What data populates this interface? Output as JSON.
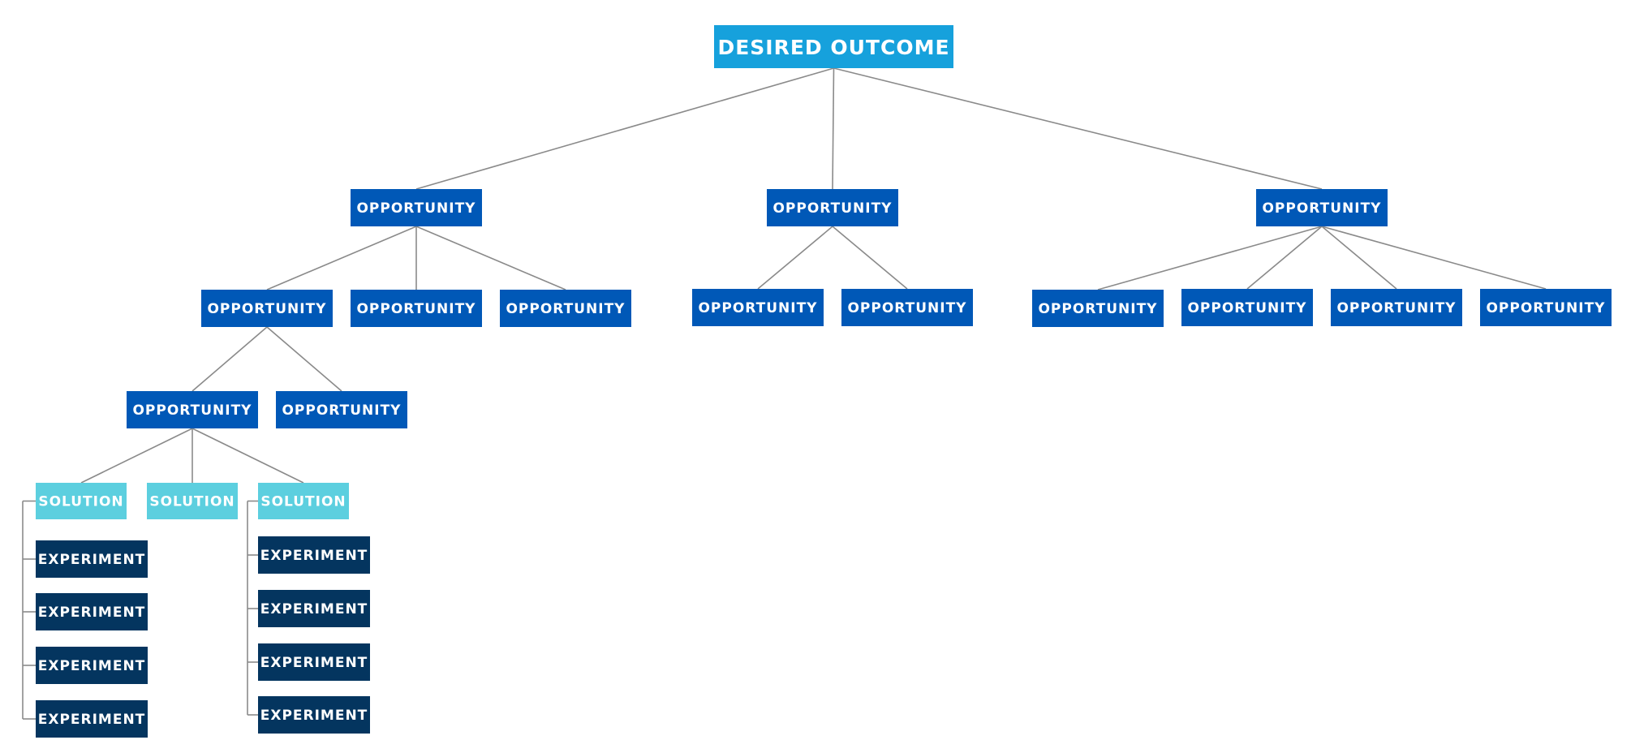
{
  "colors": {
    "outcome": "#16a1dc",
    "opportunity": "#0058b7",
    "solution": "#5ccfdf",
    "experiment": "#04355f",
    "connector": "#8a8a8a",
    "text": "#ffffff"
  },
  "tree": {
    "outcome": {
      "label": "DESIRED OUTCOME",
      "children": [
        {
          "label": "OPPORTUNITY",
          "children": [
            {
              "label": "OPPORTUNITY",
              "children": [
                {
                  "label": "OPPORTUNITY",
                  "solutions": [
                    {
                      "label": "SOLUTION",
                      "experiments": [
                        "EXPERIMENT",
                        "EXPERIMENT",
                        "EXPERIMENT",
                        "EXPERIMENT"
                      ]
                    },
                    {
                      "label": "SOLUTION",
                      "experiments": []
                    },
                    {
                      "label": "SOLUTION",
                      "experiments": [
                        "EXPERIMENT",
                        "EXPERIMENT",
                        "EXPERIMENT",
                        "EXPERIMENT"
                      ]
                    }
                  ]
                },
                {
                  "label": "OPPORTUNITY"
                }
              ]
            },
            {
              "label": "OPPORTUNITY"
            },
            {
              "label": "OPPORTUNITY"
            }
          ]
        },
        {
          "label": "OPPORTUNITY",
          "children": [
            {
              "label": "OPPORTUNITY"
            },
            {
              "label": "OPPORTUNITY"
            }
          ]
        },
        {
          "label": "OPPORTUNITY",
          "children": [
            {
              "label": "OPPORTUNITY"
            },
            {
              "label": "OPPORTUNITY"
            },
            {
              "label": "OPPORTUNITY"
            },
            {
              "label": "OPPORTUNITY"
            }
          ]
        }
      ]
    }
  }
}
